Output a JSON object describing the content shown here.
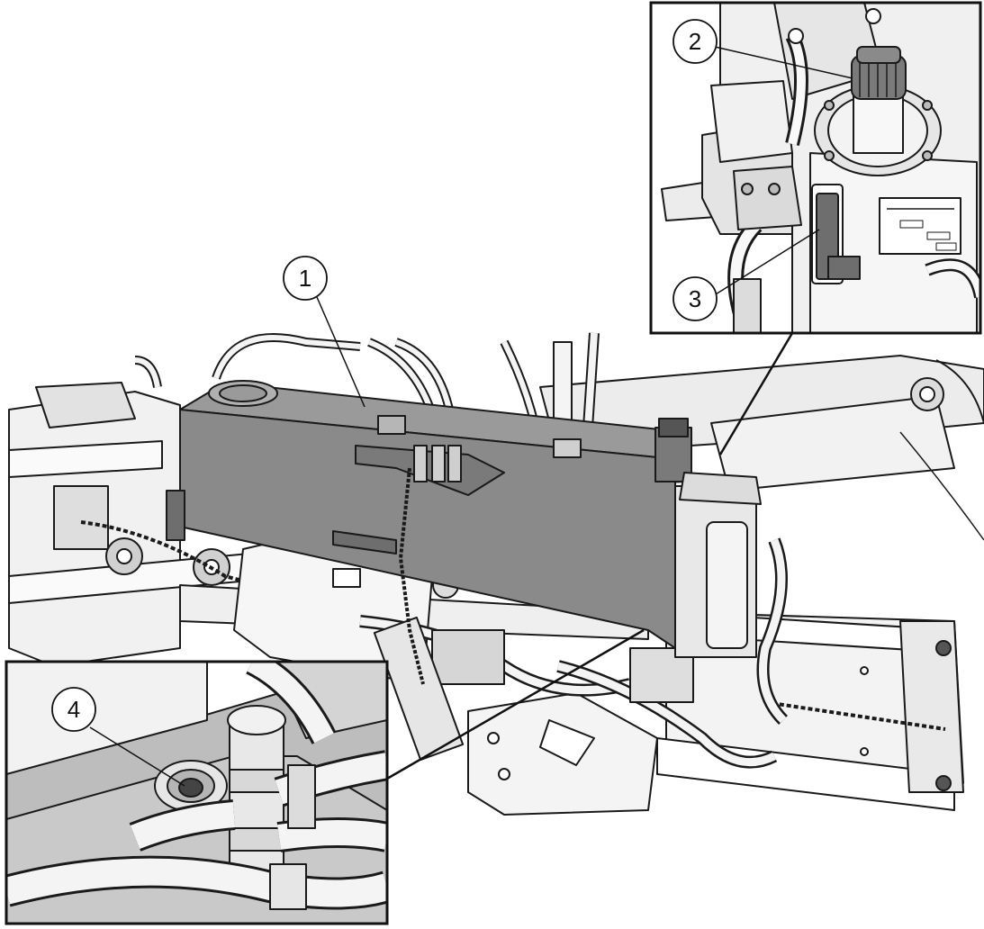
{
  "figure": {
    "callouts": [
      {
        "number": "1",
        "part": "hydraulic-tank"
      },
      {
        "number": "2",
        "part": "filler-cap"
      },
      {
        "number": "3",
        "part": "sight-gauge"
      },
      {
        "number": "4",
        "part": "drain-plug"
      }
    ],
    "insets": [
      {
        "name": "inset-filler-and-gauge",
        "callouts": [
          "2",
          "3"
        ]
      },
      {
        "name": "inset-drain-plug",
        "callouts": [
          "4"
        ]
      }
    ],
    "colors": {
      "line": "#1a1a1a",
      "tank": "#8a8a8a",
      "tank_dark": "#6e6e6e",
      "steel": "#e6e6e6",
      "steel_light": "#f4f4f4",
      "background": "#ffffff"
    }
  }
}
